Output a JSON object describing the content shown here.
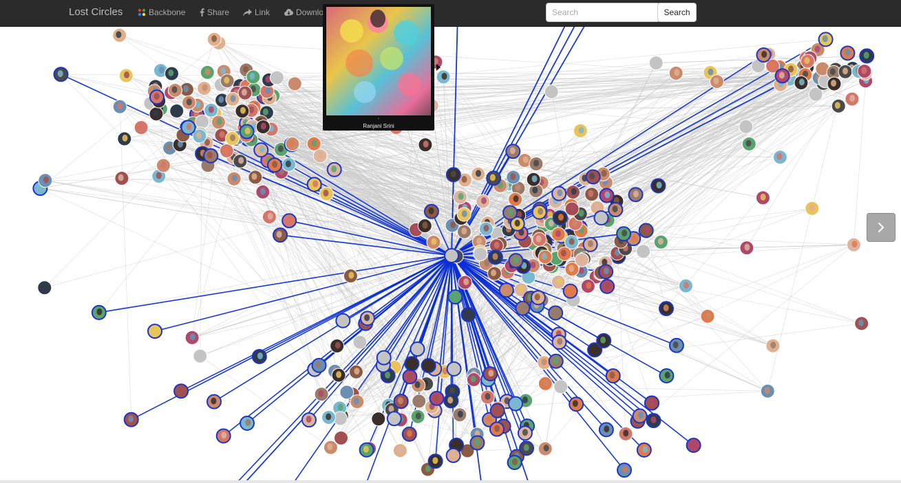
{
  "navbar": {
    "brand": "Lost Circles",
    "backbone": "Backbone",
    "share": "Share",
    "link": "Link",
    "download": "Download"
  },
  "search": {
    "placeholder": "Search",
    "button": "Search"
  },
  "tooltip": {
    "name": "Ranjani Srini",
    "dot": "."
  },
  "colors": {
    "navbar": "#2b2b2b",
    "edge": "#c8c8c8",
    "highlight_edge": "#0a2ed6",
    "node_border": "#1b35c9",
    "placeholder_node": "#c4c4c4"
  },
  "icons": {
    "backbone": "backbone-icon",
    "share": "facebook-icon",
    "link": "share-arrow-icon",
    "download": "cloud-download-icon",
    "next": "chevron-right-icon"
  }
}
